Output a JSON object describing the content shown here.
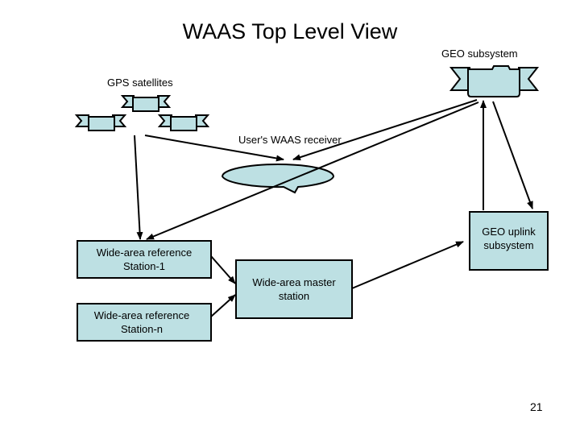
{
  "slide": {
    "title": "WAAS Top Level View",
    "page_number": "21"
  },
  "labels": {
    "gps_satellites": "GPS satellites",
    "geo_subsystem": "GEO subsystem",
    "user_receiver": "User's WAAS receiver"
  },
  "boxes": {
    "ref_station_1": {
      "line1": "Wide-area reference",
      "line2": "Station-1"
    },
    "ref_station_n": {
      "line1": "Wide-area reference",
      "line2": "Station-n"
    },
    "master_station": {
      "line1": "Wide-area master",
      "line2": "station"
    },
    "geo_uplink": {
      "line1": "GEO uplink",
      "line2": "subsystem"
    }
  },
  "colors": {
    "fill": "#bde0e3",
    "stroke": "#000000"
  }
}
